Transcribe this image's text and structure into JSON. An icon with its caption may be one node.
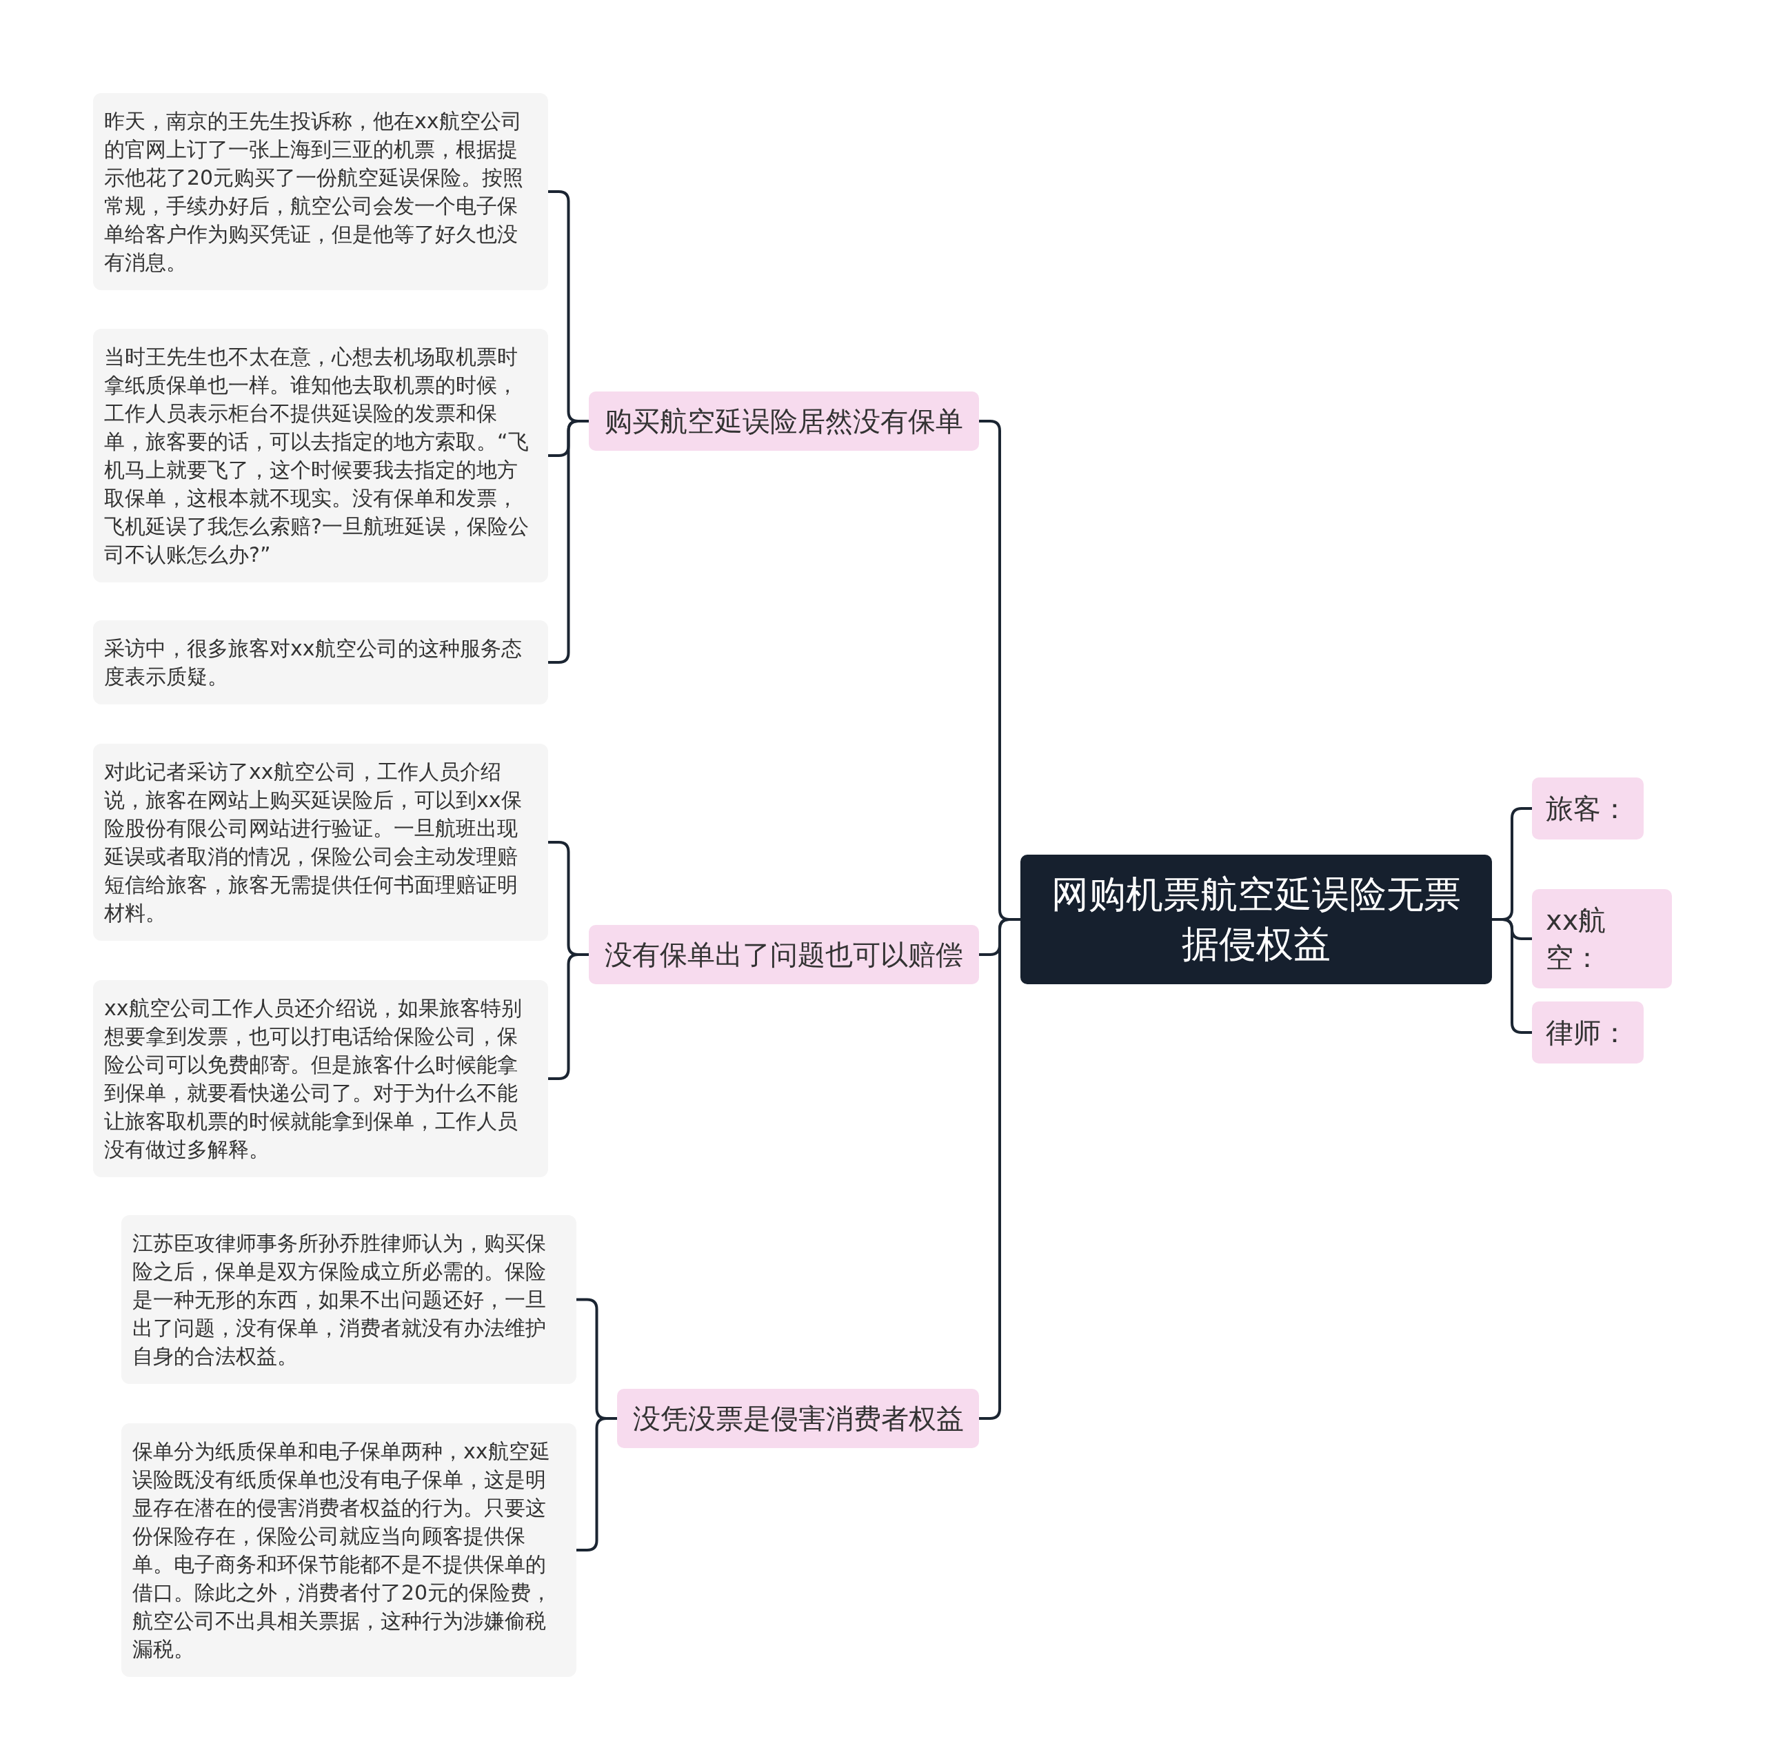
{
  "diagram": {
    "nodes": [
      {
        "text": [
          "网购机票航空延误险无票据侵权益"
        ]
      },
      {
        "text": [
          "购买航空延误险居然没有保单"
        ]
      },
      {
        "text": [
          "昨天，南京的王先生投诉称，他在xx航空公司的官网上订了一张上海到三亚的机票，根据提示他花了20元购买了一份航空延误保险。按照常规，手续办好后，航空公司会发一个电子保单给客户作为购买凭证，但是他等了好久也没有消息。"
        ]
      },
      {
        "text": [
          "当时王先生也不太在意，心想去机场取机票时拿纸质保单也一样。谁知他去取机票的时候，工作人员表示柜台不提供延误险的发票和保单，旅客要的话，可以去指定的地方索取。“飞机马上就要飞了，这个时候要我去指定的地方取保单，这根本就不现实。没有保单和发票，飞机延误了我怎么索赔?一旦航班延误，保险公司不认账怎么办?”"
        ]
      },
      {
        "text": [
          "采访中，很多旅客对xx航空公司的这种服务态度表示质疑。"
        ]
      },
      {
        "text": [
          "没有保单出了问题也可以赔偿"
        ]
      },
      {
        "text": [
          "对此记者采访了xx航空公司，工作人员介绍说，旅客在网站上购买延误险后，可以到xx保险股份有限公司网站进行验证。一旦航班出现延误或者取消的情况，保险公司会主动发理赔短信给旅客，旅客无需提供任何书面理赔证明材料。"
        ]
      },
      {
        "text": [
          "xx航空公司工作人员还介绍说，如果旅客特别想要拿到发票，也可以打电话给保险公司，保险公司可以免费邮寄。但是旅客什么时候能拿到保单，就要看快递公司了。对于为什么不能让旅客取机票的时候就能拿到保单，工作人员没有做过多解释。"
        ]
      },
      {
        "text": [
          "没凭没票是侵害消费者权益"
        ]
      },
      {
        "text": [
          "江苏臣攻律师事务所孙乔胜律师认为，购买保险之后，保单是双方保险成立所必需的。保险是一种无形的东西，如果不出问题还好，一旦出了问题，没有保单，消费者就没有办法维护自身的合法权益。"
        ]
      },
      {
        "text": [
          "保单分为纸质保单和电子保单两种，xx航空延误险既没有纸质保单也没有电子保单，这是明显存在潜在的侵害消费者权益的行为。只要这份保险存在，保险公司就应当向顾客提供保单。电子商务和环保节能都不是不提供保单的借口。除此之外，消费者付了20元的保险费，航空公司不出具相关票据，这种行为涉嫌偷税漏税。"
        ]
      },
      {
        "text": [
          "旅客："
        ]
      },
      {
        "text": [
          "xx航空："
        ]
      },
      {
        "text": [
          "律师："
        ]
      }
    ],
    "edges": [
      {
        "from": 0,
        "to": 1,
        "arrow": "none"
      },
      {
        "from": 1,
        "to": 2,
        "arrow": "none"
      },
      {
        "from": 1,
        "to": 3,
        "arrow": "none"
      },
      {
        "from": 1,
        "to": 4,
        "arrow": "none"
      },
      {
        "from": 0,
        "to": 5,
        "arrow": "none"
      },
      {
        "from": 5,
        "to": 6,
        "arrow": "none"
      },
      {
        "from": 5,
        "to": 7,
        "arrow": "none"
      },
      {
        "from": 0,
        "to": 8,
        "arrow": "none"
      },
      {
        "from": 8,
        "to": 9,
        "arrow": "none"
      },
      {
        "from": 8,
        "to": 10,
        "arrow": "none"
      },
      {
        "from": 0,
        "to": 11,
        "arrow": "none"
      },
      {
        "from": 0,
        "to": 12,
        "arrow": "none"
      },
      {
        "from": 0,
        "to": 13,
        "arrow": "none"
      }
    ]
  }
}
